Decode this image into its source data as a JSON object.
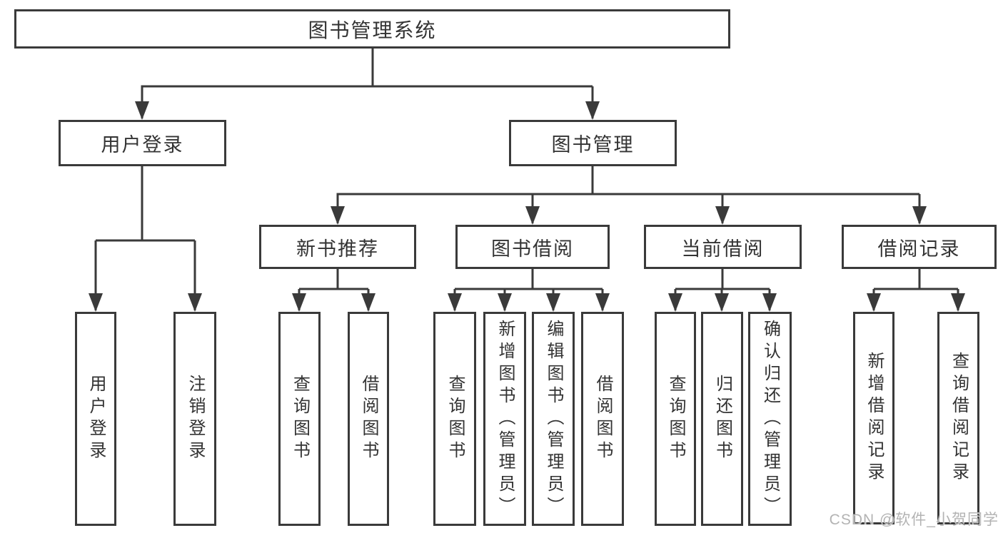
{
  "diagram": {
    "title": "图书管理系统",
    "branches": [
      {
        "label": "用户登录",
        "children": [
          "用户登录",
          "注销登录"
        ]
      },
      {
        "label": "图书管理",
        "children": [
          {
            "label": "新书推荐",
            "children": [
              "查询图书",
              "借阅图书"
            ]
          },
          {
            "label": "图书借阅",
            "children": [
              "查询图书",
              "新增图书（管理员）",
              "编辑图书（管理员）",
              "借阅图书"
            ]
          },
          {
            "label": "当前借阅",
            "children": [
              "查询图书",
              "归还图书",
              "确认归还（管理员）"
            ]
          },
          {
            "label": "借阅记录",
            "children": [
              "新增借阅记录",
              "查询借阅记录"
            ]
          }
        ]
      }
    ]
  },
  "watermark": {
    "text": "CSDN @软件_小贺同学"
  },
  "colors": {
    "line": "#3a3a3a",
    "text": "#333333",
    "watermark": "#b3b3b3",
    "background": "#ffffff"
  }
}
